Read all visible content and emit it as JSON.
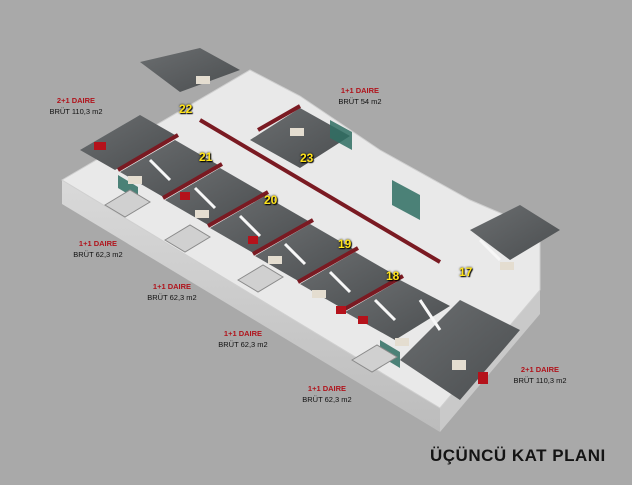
{
  "title": "ÜÇÜNCÜ KAT PLANI",
  "units": [
    {
      "id": "22",
      "type": "2+1 DAIRE",
      "area": "BRÜT 110,3 m2"
    },
    {
      "id": "23",
      "type": "1+1 DAIRE",
      "area": "BRÜT 54 m2"
    },
    {
      "id": "21",
      "type": "1+1 DAIRE",
      "area": "BRÜT 62,3 m2"
    },
    {
      "id": "20",
      "type": "1+1 DAIRE",
      "area": "BRÜT 62,3 m2"
    },
    {
      "id": "19",
      "type": "1+1 DAIRE",
      "area": "BRÜT 62,3 m2"
    },
    {
      "id": "18",
      "type": "1+1 DAIRE",
      "area": "BRÜT 62,3 m2"
    },
    {
      "id": "17",
      "type": "2+1 DAIRE",
      "area": "BRÜT 110,3 m2"
    }
  ],
  "colors": {
    "background": "#a9a9a9",
    "wall": "#f2f2f2",
    "floor": "#5a5d5e",
    "accent_wall": "#7a1a22",
    "glass": "#2f6e63",
    "unit_number": "#ffe31a",
    "label_red": "#b0141c"
  }
}
